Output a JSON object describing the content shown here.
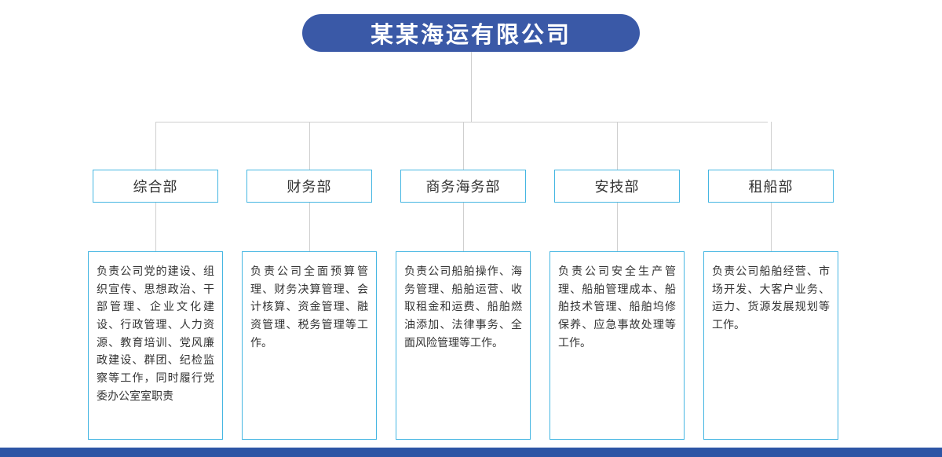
{
  "title": "某某海运有限公司",
  "departments": [
    {
      "name": "综合部",
      "description": "负责公司党的建设、组织宣传、思想政治、干部管理、企业文化建设、行政管理、人力资源、教育培训、党风廉政建设、群团、纪检监察等工作，同时履行党委办公室室职责"
    },
    {
      "name": "财务部",
      "description": "负责公司全面预算管理、财务决算管理、会计核算、资金管理、融资管理、税务管理等工作。"
    },
    {
      "name": "商务海务部",
      "description": "负责公司船舶操作、海务管理、船舶运营、收取租金和运费、船舶燃油添加、法律事务、全面风险管理等工作。"
    },
    {
      "name": "安技部",
      "description": "负责公司安全生产管理、船舶管理成本、船舶技术管理、船舶坞修保养、应急事故处理等工作。"
    },
    {
      "name": "租船部",
      "description": "负责公司船舶经营、市场开发、大客户业务、运力、货源发展规划等工作。"
    }
  ],
  "colors": {
    "title_background": "#3a59a7",
    "title_text": "#ffffff",
    "box_border": "#45b6e2",
    "body_text": "#333333",
    "connector_line": "#cfcfcf",
    "footer_bar": "#2d55a5"
  }
}
